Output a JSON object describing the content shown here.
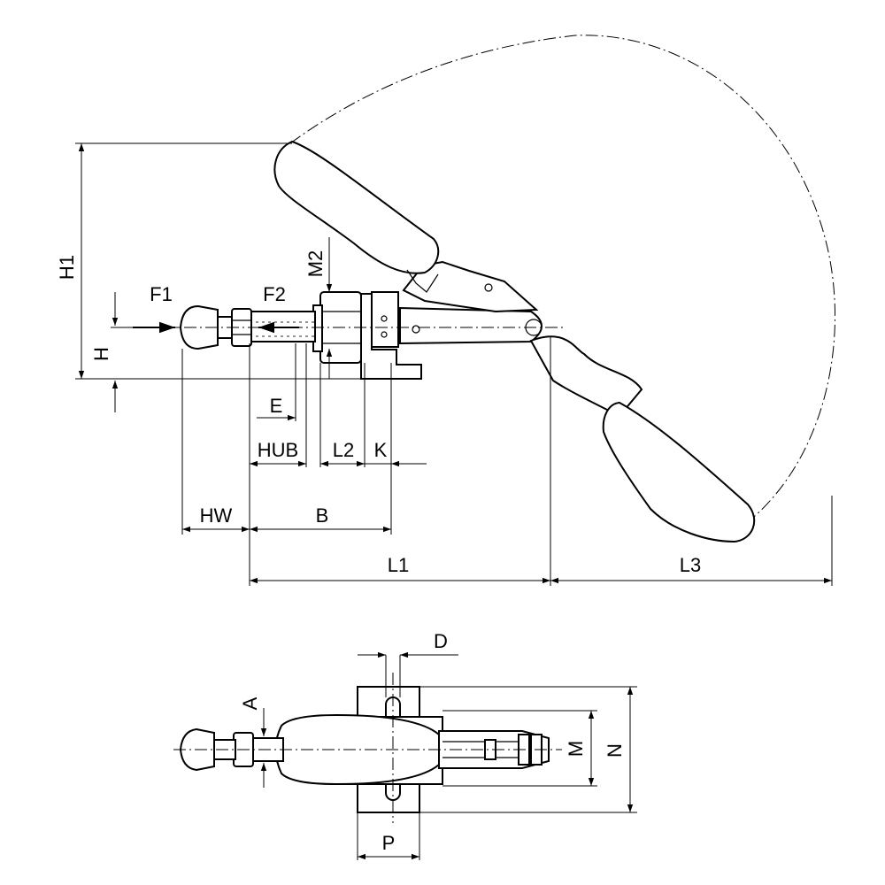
{
  "labels": {
    "F1": "F1",
    "F2": "F2",
    "H1": "H1",
    "H": "H",
    "M2": "M2",
    "E": "E",
    "HUB": "HUB",
    "L2": "L2",
    "K": "K",
    "HW": "HW",
    "B": "B",
    "L1": "L1",
    "L3": "L3",
    "D": "D",
    "A": "A",
    "M": "M",
    "N": "N",
    "P": "P"
  },
  "colors": {
    "stroke": "#000000",
    "background": "#ffffff"
  }
}
